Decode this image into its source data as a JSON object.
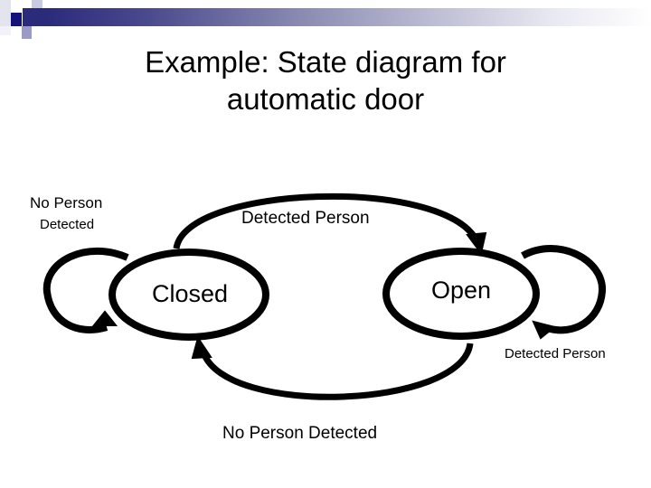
{
  "slide": {
    "title": "Example: State diagram for automatic door",
    "title_line_1": "Example: State diagram for",
    "title_line_2": "automatic door"
  },
  "decor": {
    "accent_dark": "#2b2b7c",
    "accent_mid": "#9a9ac4",
    "accent_light": "#c9c9e0",
    "accent_pale": "#e4e4ef",
    "gradient_from": "#2b2b7c",
    "gradient_to": "#ffffff"
  },
  "diagram": {
    "type": "state-diagram",
    "stroke_color": "#000000",
    "fill_color": "#ffffff",
    "states": [
      {
        "id": "closed",
        "label": "Closed"
      },
      {
        "id": "open",
        "label": "Open"
      }
    ],
    "transitions": [
      {
        "id": "closed-to-open",
        "from": "closed",
        "to": "open",
        "label": "Detected Person",
        "position": "top"
      },
      {
        "id": "open-to-closed",
        "from": "open",
        "to": "closed",
        "label": "No Person Detected",
        "position": "bottom"
      },
      {
        "id": "closed-self",
        "from": "closed",
        "to": "closed",
        "label_line_1": "No Person",
        "label_line_2": "Detected",
        "position": "left"
      },
      {
        "id": "open-self",
        "from": "open",
        "to": "open",
        "label": "Detected Person",
        "position": "right"
      }
    ]
  }
}
